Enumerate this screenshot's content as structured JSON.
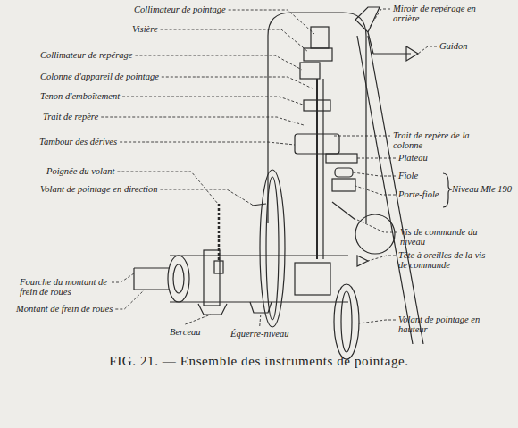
{
  "diagram": {
    "caption": "FIG. 21. — Ensemble des instruments de pointage.",
    "labels": [
      "Collimateur de pointage",
      "Visière",
      "Collimateur de repérage",
      "Colonne d'appareil de pointage",
      "Tenon d'emboîtement",
      "Trait de repère",
      "Tambour des dérives",
      "Poignée du volant",
      "Volant de pointage en direction",
      "Fourche du montant de frein de roues",
      "Montant de frein de roues",
      "Berceau",
      "Équerre-niveau",
      "Miroir de repérage en arrière",
      "Guidon",
      "Trait de repère de la colonne",
      "Plateau",
      "Fiole",
      "Porte-fiole",
      "Niveau Mle 190",
      "Vis de commande du niveau",
      "Tête à oreilles de la vis de commande",
      "Volant de pointage en hauteur"
    ]
  }
}
